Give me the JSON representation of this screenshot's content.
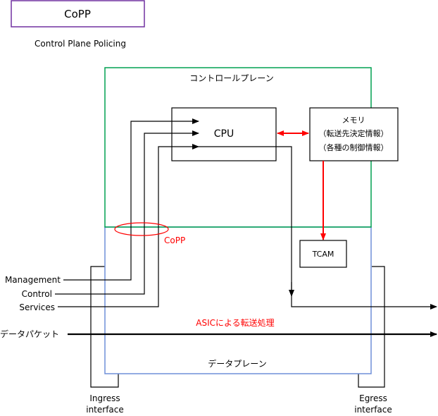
{
  "title_box": {
    "label": "CoPP",
    "subtitle": "Control Plane Policing",
    "border_color": "#7030a0"
  },
  "control_plane": {
    "label": "コントロールプレーン",
    "border_color": "#00a050"
  },
  "data_plane": {
    "label": "データプレーン",
    "border_color": "#6f8fd8"
  },
  "cpu": {
    "label": "CPU"
  },
  "memory": {
    "lines": [
      "メモリ",
      "（転送先決定情報）",
      "（各種の制御情報）"
    ]
  },
  "tcam": {
    "label": "TCAM"
  },
  "copp_marker": {
    "label": "CoPP",
    "color": "#ff0000"
  },
  "asic": {
    "label": "ASICによる転送処理",
    "color": "#ff0000"
  },
  "inputs": {
    "management": "Management",
    "control": "Control",
    "services": "Services",
    "data_packet": "データパケット"
  },
  "interfaces": {
    "ingress_line1": "Ingress",
    "ingress_line2": "interface",
    "egress_line1": "Egress",
    "egress_line2": "interface"
  }
}
